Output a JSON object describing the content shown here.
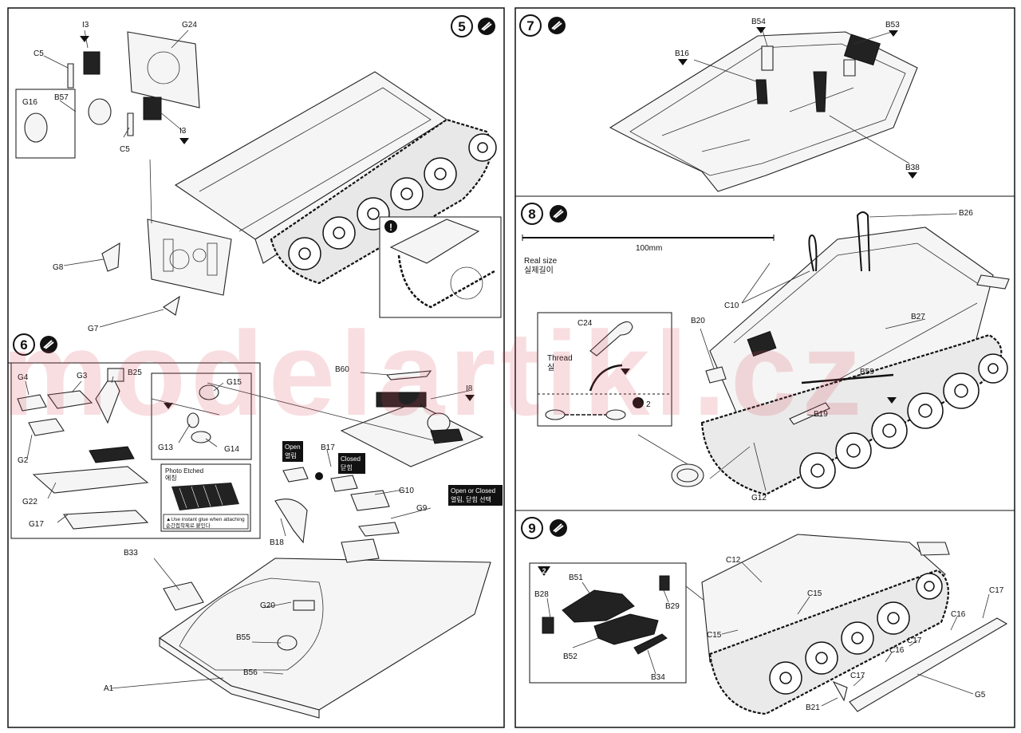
{
  "watermark": "modelartikl.cz",
  "steps": [
    {
      "number": "5"
    },
    {
      "number": "6"
    },
    {
      "number": "7"
    },
    {
      "number": "8"
    },
    {
      "number": "9"
    }
  ],
  "step5": {
    "labels": [
      "I3",
      "G24",
      "C5",
      "G16",
      "B57",
      "C5",
      "I3",
      "G8",
      "G7"
    ],
    "detail_mark": "!"
  },
  "step6": {
    "labels": [
      "G4",
      "G3",
      "B25",
      "G15",
      "G13",
      "G14",
      "G2",
      "G22",
      "G17",
      "B60",
      "I8",
      "B17",
      "G10",
      "G9",
      "B18",
      "B33",
      "G20",
      "B55",
      "B56",
      "A1"
    ],
    "photo_etched_title": "Photo Etched",
    "photo_etched_sub": "에칭",
    "glue_note_en": "▲Use instant glue when attaching",
    "glue_note_ko": "순간접착제로 붙인다",
    "open_en": "Open",
    "open_ko": "열림",
    "closed_en": "Closed",
    "closed_ko": "닫힘",
    "open_or_closed_en": "Open or Closed",
    "open_or_closed_ko": "열림, 닫힘 선택"
  },
  "step7": {
    "labels": [
      "B54",
      "B53",
      "B16",
      "B38"
    ]
  },
  "step8": {
    "labels": [
      "B26",
      "C10",
      "B20",
      "B27",
      "C24",
      "B59",
      "B19",
      "G12"
    ],
    "ruler_value": "100mm",
    "real_size_en": "Real size",
    "real_size_ko": "실제길이",
    "thread_en": "Thread",
    "thread_ko": "실",
    "sub_count": "2"
  },
  "step9": {
    "labels": [
      "B51",
      "B28",
      "B29",
      "B52",
      "B34",
      "C12",
      "C15",
      "C15",
      "C17",
      "C16",
      "C17",
      "C16",
      "C17",
      "G5",
      "B21"
    ],
    "sub_step": "2"
  }
}
